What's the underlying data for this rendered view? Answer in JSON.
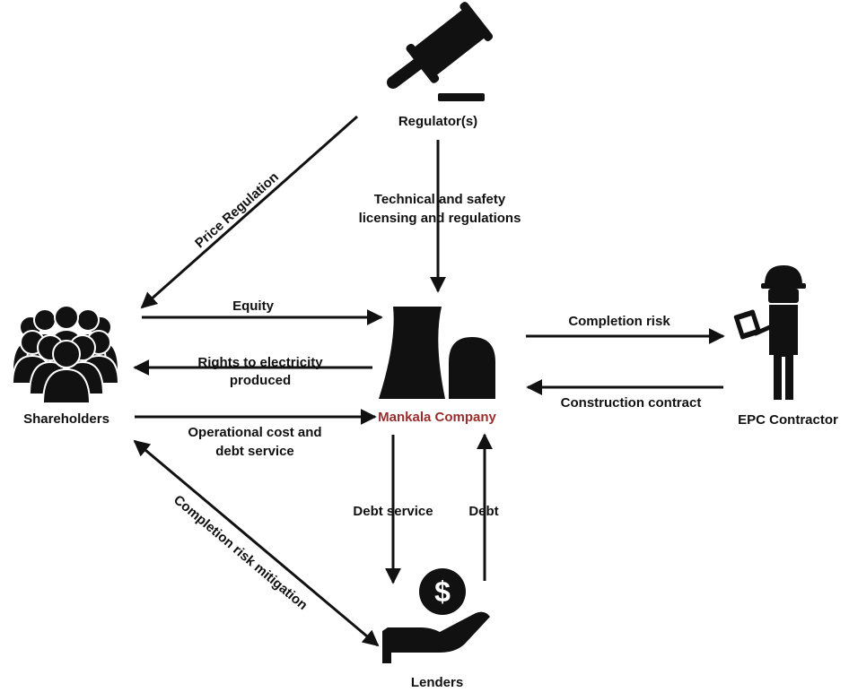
{
  "colors": {
    "ink": "#111111",
    "highlight": "#9b2c2c",
    "background": "#ffffff"
  },
  "nodes": {
    "regulator": {
      "label": "Regulator(s)",
      "icon": "gavel-icon"
    },
    "shareholders": {
      "label": "Shareholders",
      "icon": "group-of-people-icon"
    },
    "company": {
      "label": "Mankala Company",
      "icon": "nuclear-plant-icon"
    },
    "contractor": {
      "label": "EPC Contractor",
      "icon": "worker-with-clipboard-icon"
    },
    "lenders": {
      "label": "Lenders",
      "icon": "hand-with-dollar-coin-icon"
    }
  },
  "edges": {
    "price_regulation": {
      "label": "Price Regulation"
    },
    "technical": {
      "line1": "Technical and safety",
      "line2": "licensing and regulations"
    },
    "equity": {
      "label": "Equity"
    },
    "rights": {
      "line1": "Rights to electricity",
      "line2": "produced"
    },
    "operational": {
      "line1": "Operational cost and",
      "line2": "debt service"
    },
    "completion_risk": {
      "label": "Completion risk"
    },
    "construction_contract": {
      "label": "Construction contract"
    },
    "debt_service": {
      "label": "Debt service"
    },
    "debt": {
      "label": "Debt"
    },
    "completion_mitigation": {
      "label": "Completion risk mitigation"
    }
  }
}
